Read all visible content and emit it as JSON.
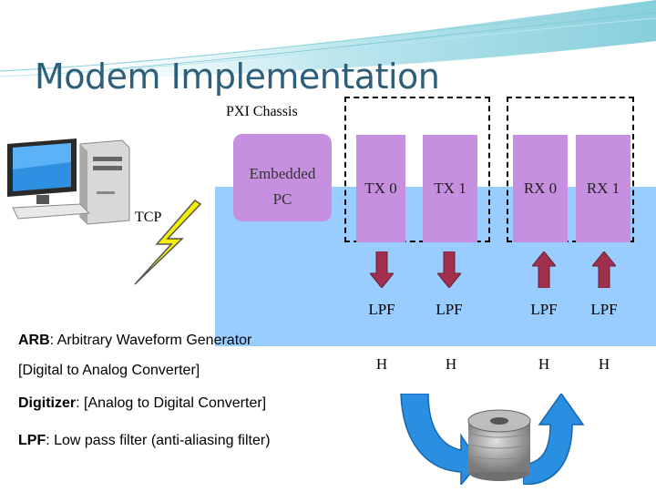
{
  "slide": {
    "title": "Modem Implementation",
    "chassis_label": "PXI Chassis",
    "tcp_label": "TCP",
    "embedded_pc": {
      "line1": "Embedded",
      "line2": "PC"
    },
    "modules": [
      {
        "label": "TX 0",
        "direction": "down"
      },
      {
        "label": "TX 1",
        "direction": "down"
      },
      {
        "label": "RX 0",
        "direction": "up"
      },
      {
        "label": "RX 1",
        "direction": "up"
      }
    ],
    "lpf_labels": [
      "LPF",
      "LPF",
      "LPF",
      "LPF"
    ],
    "h_labels": [
      "H",
      "H",
      "H",
      "H"
    ],
    "legend": {
      "arb_term": "ARB",
      "arb_def": ": Arbitrary Waveform Generator",
      "arb_def2": "[Digital to Analog Converter]",
      "digitizer_term": "Digitizer",
      "digitizer_def": ": [Analog to Digital Converter]",
      "lpf_term": "LPF",
      "lpf_def": ": Low pass filter (anti-aliasing filter)"
    },
    "colors": {
      "title": "#2e5f7a",
      "chassis": "#99ccff",
      "module": "#c68fdf",
      "arrow": "#a0304d",
      "flow_arrow": "#2a8fe0",
      "lightning": "#f4f000"
    },
    "icons": [
      "computer-icon",
      "lightning-icon",
      "cable-spool-icon",
      "wave-decoration"
    ]
  }
}
